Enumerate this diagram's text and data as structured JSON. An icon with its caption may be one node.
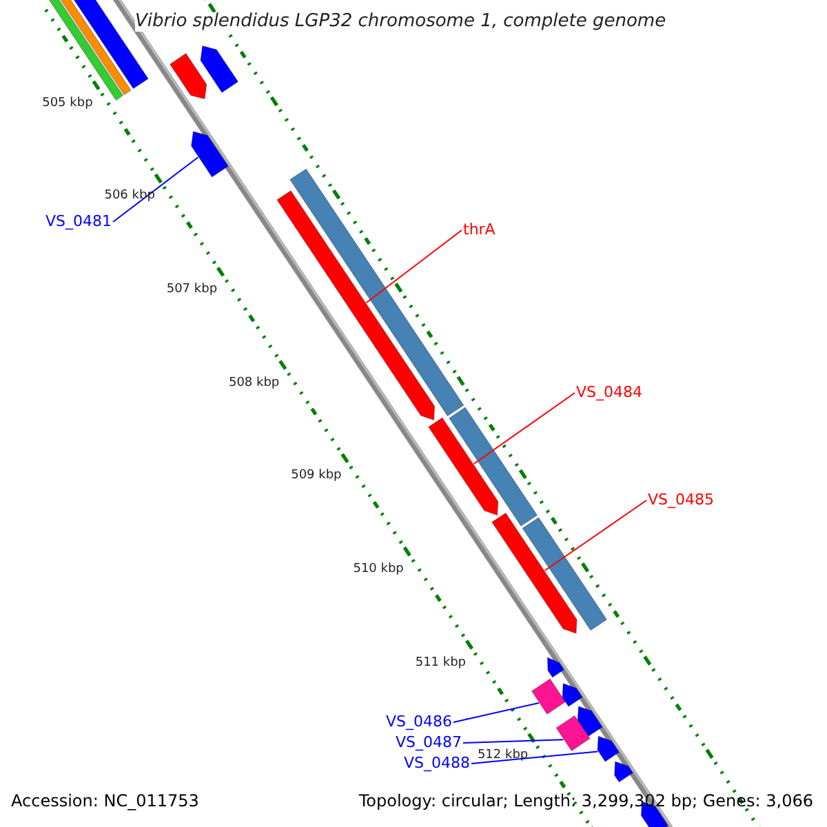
{
  "diagram": {
    "title": "Vibrio splendidus LGP32 chromosome 1, complete genome",
    "nodes": [
      {
        "text": [],
        "shape": "bar"
      },
      {
        "text": [],
        "shape": "bar"
      },
      {
        "text": [],
        "shape": "bar"
      },
      {
        "text": [],
        "shape": "arrow"
      },
      {
        "text": [],
        "shape": "arrow"
      },
      {
        "text": [
          "VS_0481"
        ]
      },
      {
        "text": [],
        "shape": "arrow"
      },
      {
        "text": [
          "thrA"
        ]
      },
      {
        "text": [],
        "shape": "bar"
      },
      {
        "text": [],
        "shape": "arrow"
      },
      {
        "text": [
          "VS_0484"
        ]
      },
      {
        "text": [],
        "shape": "bar"
      },
      {
        "text": [],
        "shape": "arrow"
      },
      {
        "text": [
          "VS_0485"
        ]
      },
      {
        "text": [],
        "shape": "bar"
      },
      {
        "text": [],
        "shape": "arrow"
      },
      {
        "text": [],
        "shape": "arrow"
      },
      {
        "text": [
          "VS_0486"
        ]
      },
      {
        "text": [],
        "shape": "box"
      },
      {
        "text": [],
        "shape": "arrow"
      },
      {
        "text": [
          "VS_0487"
        ]
      },
      {
        "text": [],
        "shape": "arrow"
      },
      {
        "text": [],
        "shape": "box"
      },
      {
        "text": [
          "VS_0488"
        ]
      },
      {
        "text": [],
        "shape": "arrow"
      },
      {
        "text": [],
        "shape": "arrow"
      },
      {
        "text": [],
        "shape": "arrow"
      }
    ],
    "edges": [
      {
        "from": 5,
        "to": 6,
        "arrow": "none"
      },
      {
        "from": 7,
        "to": 9,
        "arrow": "none",
        "color": "#ff0000"
      },
      {
        "from": 10,
        "to": 12,
        "arrow": "none",
        "color": "#ff0000"
      },
      {
        "from": 13,
        "to": 15,
        "arrow": "none",
        "color": "#ff0000"
      },
      {
        "from": 17,
        "to": 18,
        "arrow": "none"
      },
      {
        "from": 20,
        "to": 22,
        "arrow": "none"
      },
      {
        "from": 23,
        "to": 24,
        "arrow": "none"
      }
    ],
    "labels": [
      "505 kbp",
      "506 kbp",
      "507 kbp",
      "508 kbp",
      "509 kbp",
      "510 kbp",
      "511 kbp",
      "512 kbp",
      "Accession: NC_011753",
      "Topology: circular; Length: 3,299,302 bp; Genes: 3,066"
    ]
  }
}
